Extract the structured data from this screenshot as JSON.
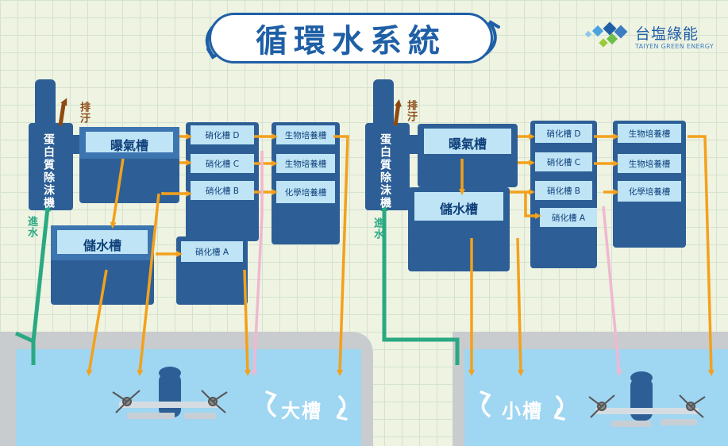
{
  "title": "循環水系統",
  "brand": {
    "name": "台塩綠能",
    "sub": "TAIYEN GREEN ENERGY"
  },
  "colors": {
    "water_flow": "#f3a11c",
    "intake": "#2aa982",
    "drain": "#8c4a12",
    "return_pink": "#f0b8d0",
    "tank": "#2d5f96",
    "tank_water": "#bfe4f6",
    "pool": "#9fd6f2",
    "title": "#1f5fa6"
  },
  "icons": {
    "title_left": "curved-arrow-icon",
    "title_right": "curved-arrow-icon",
    "pool_arrows": "circular-arrow-icon",
    "aerator": "propeller-icon"
  },
  "large_system": {
    "protein_skimmer": "蛋白質除沫機",
    "drain_label": "排汙",
    "intake_label": "進水",
    "aeration_tank": "曝氣槽",
    "storage_tank": "儲水槽",
    "nitrification_tanks": [
      "硝化槽 D",
      "硝化槽 C",
      "硝化槽 B",
      "硝化槽 A"
    ],
    "culture_tanks": [
      "生物培養槽",
      "生物培養槽",
      "化學培養槽"
    ],
    "pool_label": "大槽"
  },
  "small_system": {
    "protein_skimmer": "蛋白質除沫機",
    "drain_label": "排汙",
    "intake_label": "進水",
    "aeration_tank": "曝氣槽",
    "storage_tank": "儲水槽",
    "nitrification_tanks": [
      "硝化槽 D",
      "硝化槽 C",
      "硝化槽 B",
      "硝化槽 A"
    ],
    "culture_tanks": [
      "生物培養槽",
      "生物培養槽",
      "化學培養槽"
    ],
    "pool_label": "小槽"
  }
}
